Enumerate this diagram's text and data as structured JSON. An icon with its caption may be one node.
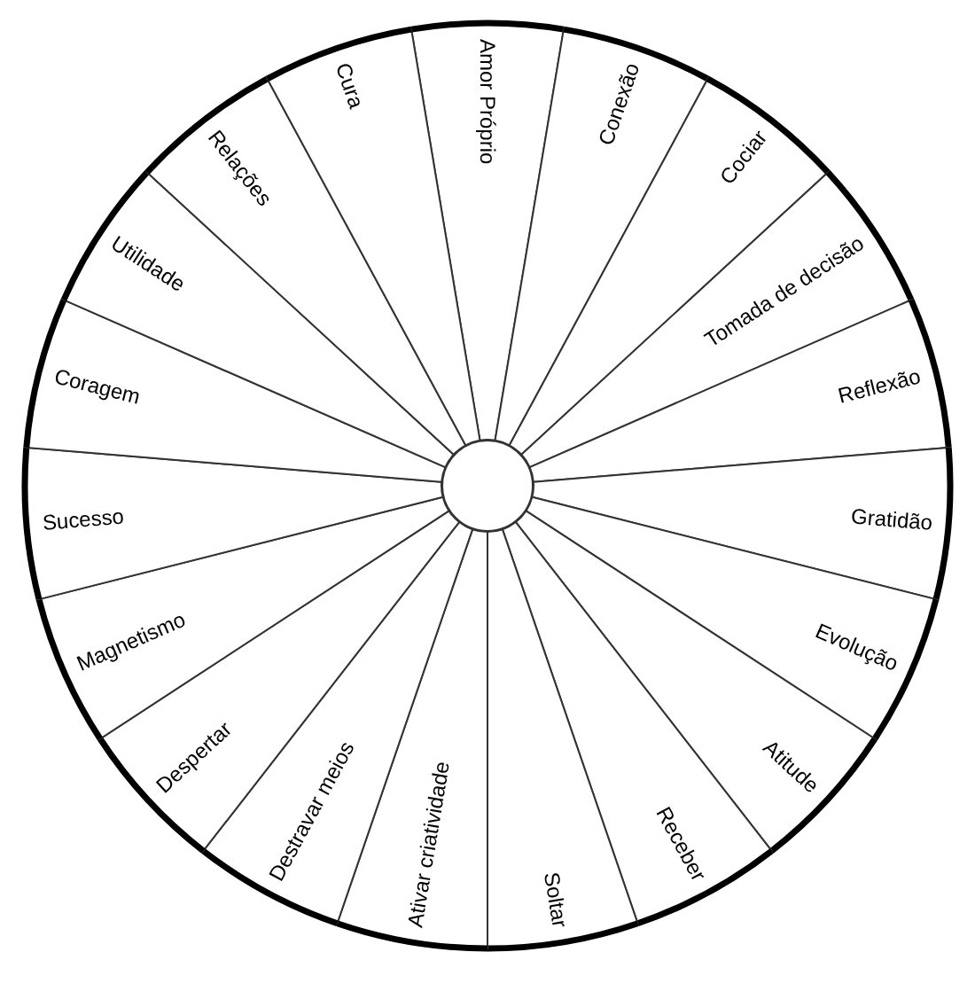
{
  "diagram": {
    "nodes": [
      {
        "text": [
          "Amor Próprio"
        ]
      },
      {
        "text": [
          "Conexão"
        ]
      },
      {
        "text": [
          "Cociar"
        ]
      },
      {
        "text": [
          "Tomada de decisão"
        ]
      },
      {
        "text": [
          "Reflexão"
        ]
      },
      {
        "text": [
          "Gratidão"
        ]
      },
      {
        "text": [
          "Evolução"
        ]
      },
      {
        "text": [
          "Atitude"
        ]
      },
      {
        "text": [
          "Receber"
        ]
      },
      {
        "text": [
          "Soltar"
        ]
      },
      {
        "text": [
          "Ativar criatividade"
        ]
      },
      {
        "text": [
          "Destravar meios"
        ]
      },
      {
        "text": [
          "Despertar"
        ]
      },
      {
        "text": [
          "Magnetismo"
        ]
      },
      {
        "text": [
          "Sucesso"
        ]
      },
      {
        "text": [
          "Coragem"
        ]
      },
      {
        "text": [
          "Utilidade"
        ]
      },
      {
        "text": [
          "Relações"
        ]
      },
      {
        "text": [
          "Cura"
        ]
      },
      {
        "text": [],
        "shape": "circle"
      }
    ]
  }
}
